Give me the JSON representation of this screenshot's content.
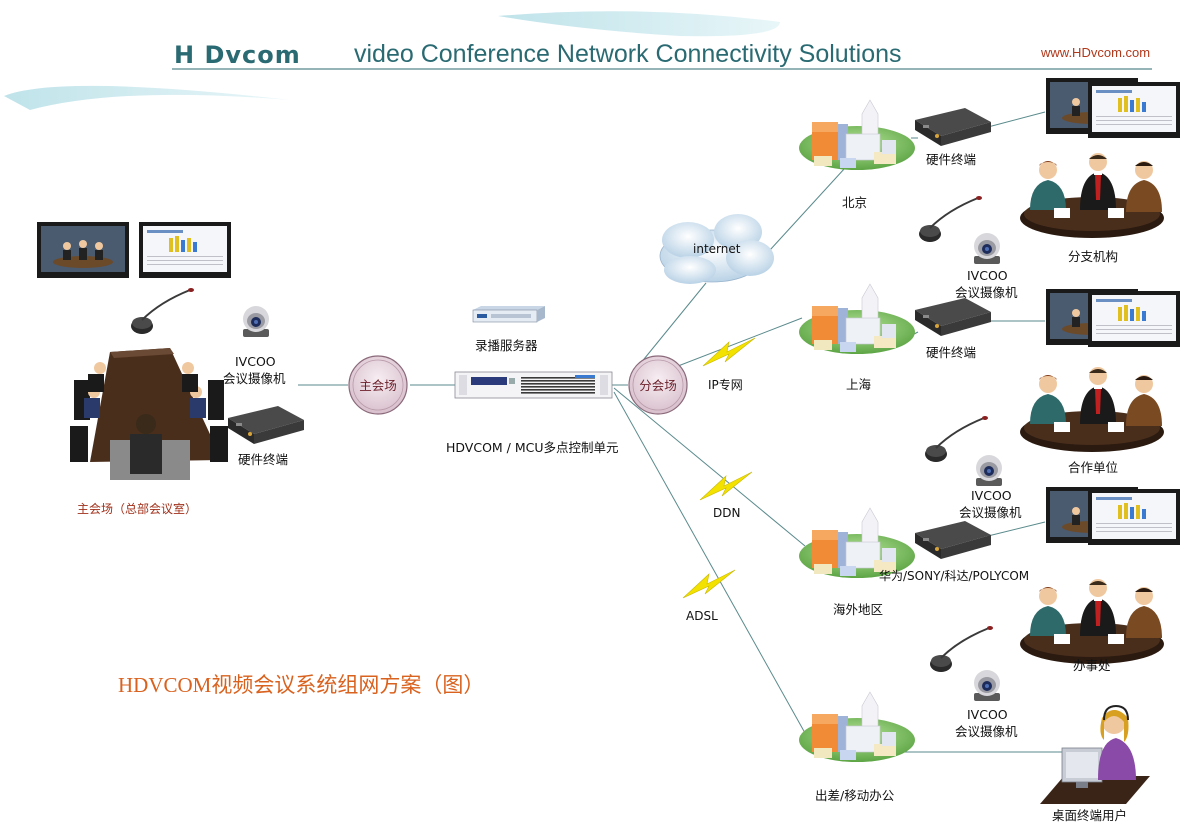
{
  "header": {
    "brand": "H Dvcom",
    "title": "video Conference  Network Connectivity Solutions",
    "website": "www.HDvcom.com"
  },
  "caption": "HDVCOM视频会议系统组网方案（图）",
  "hq": {
    "caption": "主会场（总部会议室）",
    "camera_label_1": "IVCOO",
    "camera_label_2": "会议摄像机",
    "terminal_label": "硬件终端"
  },
  "core": {
    "main_node": "主会场",
    "branch_node": "分会场",
    "mcu_label": "HDVCOM / MCU多点控制单元",
    "recorder_label": "录播服务器"
  },
  "links": {
    "internet": "internet",
    "ip": "IP专网",
    "ddn": "DDN",
    "adsl": "ADSL"
  },
  "sites": {
    "beijing": "北京",
    "shanghai": "上海",
    "overseas": "海外地区",
    "mobile": "出差/移动办公"
  },
  "remote": {
    "terminal_1": "硬件终端",
    "terminal_2": "硬件终端",
    "brands": "华为/SONY/科达/POLYCOM",
    "room_1": "分支机构",
    "room_2": "合作单位",
    "room_3": "办事处",
    "desktop": "桌面终端用户",
    "cam_a_1": "IVCOO",
    "cam_a_2": "会议摄像机",
    "cam_b_1": "IVCOO",
    "cam_b_2": "会议摄像机",
    "cam_c_1": "IVCOO",
    "cam_c_2": "会议摄像机"
  },
  "colors": {
    "title": "#2a6a72",
    "caption": "#d9621f",
    "website": "#b0381b",
    "link_line": "#5a8a8c",
    "lightning": "#f3e100",
    "node_fill": "#e9d7e0"
  }
}
